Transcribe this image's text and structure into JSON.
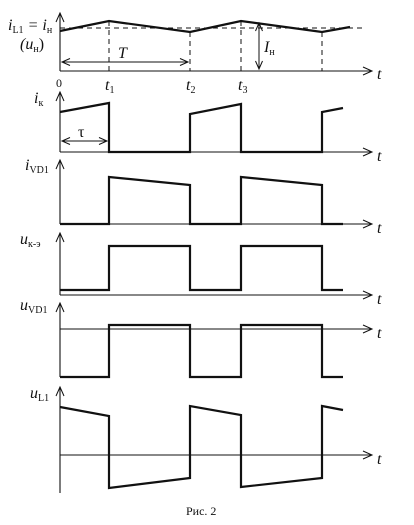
{
  "figure": {
    "caption": "Рис. 2",
    "time_axis_label": "t",
    "origin_label": "0",
    "period_label": "T",
    "pulse_label": "τ",
    "amplitude_label": "I",
    "amplitude_sub": "н",
    "time_marks": [
      {
        "main": "t",
        "sub": "1"
      },
      {
        "main": "t",
        "sub": "2"
      },
      {
        "main": "t",
        "sub": "3"
      }
    ]
  },
  "plots": [
    {
      "id": "il1",
      "label": "i",
      "label_sub": "L1",
      "label_suffix": " = i",
      "label_suffix_sub": "н",
      "label2": "(u",
      "label2_sub": "н",
      "label2_end": ")"
    },
    {
      "id": "ik",
      "label": "i",
      "label_sub": "к"
    },
    {
      "id": "ivd1",
      "label": "i",
      "label_sub": "VD1"
    },
    {
      "id": "uke",
      "label": "u",
      "label_sub": "к-э"
    },
    {
      "id": "uvd1",
      "label": "u",
      "label_sub": "VD1"
    },
    {
      "id": "ul1",
      "label": "u",
      "label_sub": "L1"
    }
  ]
}
